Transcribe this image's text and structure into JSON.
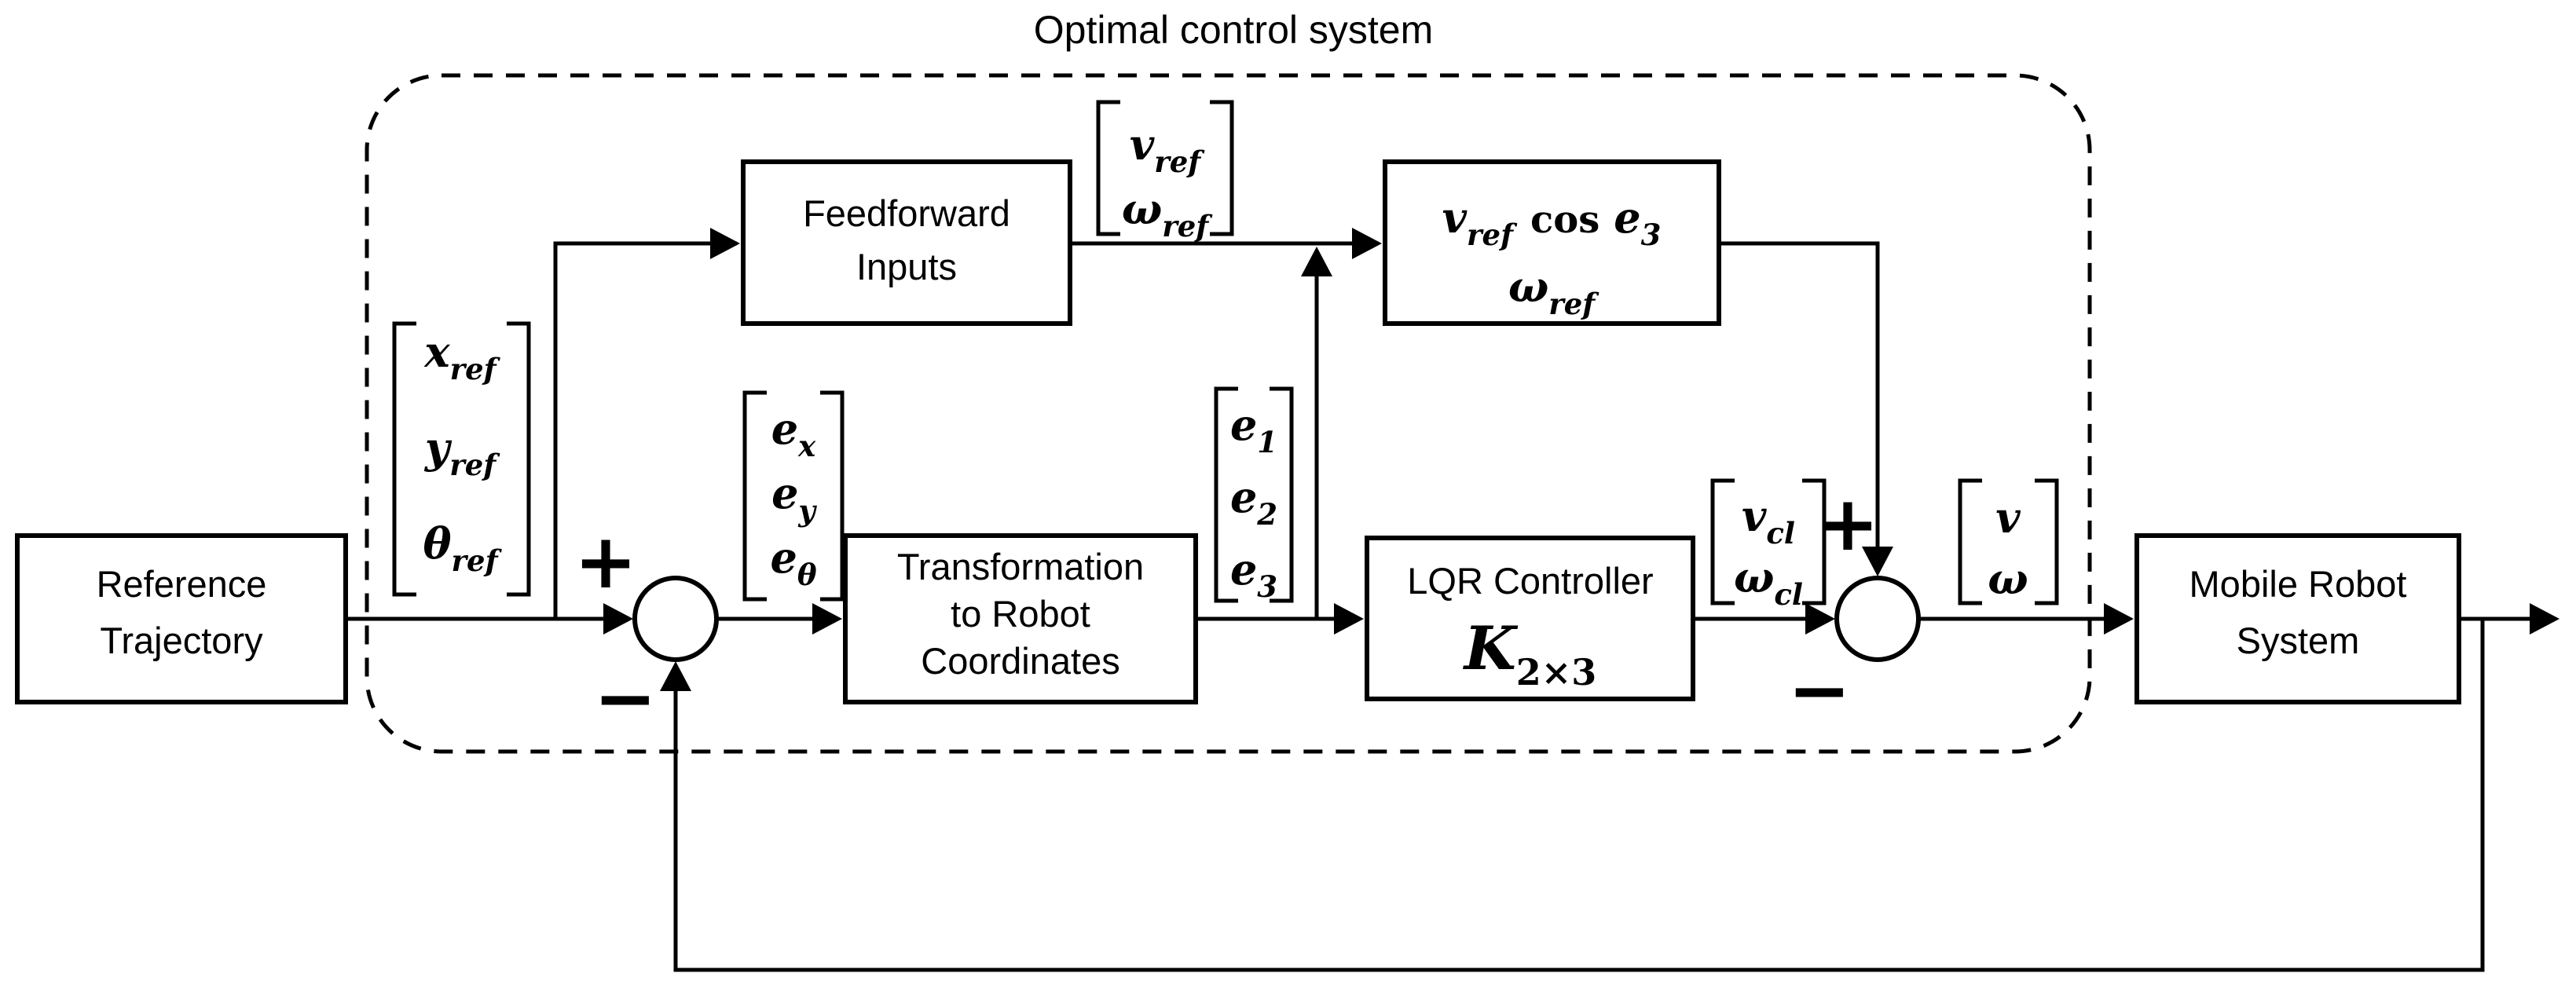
{
  "title": "Optimal control system",
  "colors": {
    "ink": "#000000",
    "background": "#ffffff"
  },
  "blocks": {
    "reference_trajectory": {
      "line1": "Reference",
      "line2": "Trajectory"
    },
    "feedforward_inputs": {
      "line1": "Feedforward",
      "line2": "Inputs"
    },
    "transformation": {
      "line1": "Transformation",
      "line2": "to Robot",
      "line3": "Coordinates"
    },
    "lqr_controller": {
      "line1": "LQR Controller",
      "gain_base": "K",
      "gain_sub": "2×3"
    },
    "feedforward_terms": {
      "v_base": "v",
      "v_sub": "ref",
      "operator": "cos",
      "e_base": "e",
      "e_sub": "3",
      "w_base": "ω",
      "w_sub": "ref"
    },
    "mobile_robot_system": {
      "line1": "Mobile Robot",
      "line2": "System"
    }
  },
  "vectors": {
    "reference_state": {
      "rows": [
        {
          "base": "x",
          "sub": "ref"
        },
        {
          "base": "y",
          "sub": "ref"
        },
        {
          "base": "θ",
          "sub": "ref"
        }
      ]
    },
    "feedforward_output": {
      "rows": [
        {
          "base": "v",
          "sub": "ref"
        },
        {
          "base": "ω",
          "sub": "ref"
        }
      ]
    },
    "error_world": {
      "rows": [
        {
          "base": "e",
          "sub": "x"
        },
        {
          "base": "e",
          "sub": "y"
        },
        {
          "base": "e",
          "sub": "θ"
        }
      ]
    },
    "error_robot": {
      "rows": [
        {
          "base": "e",
          "sub": "1"
        },
        {
          "base": "e",
          "sub": "2"
        },
        {
          "base": "e",
          "sub": "3"
        }
      ]
    },
    "control_feedback": {
      "rows": [
        {
          "base": "v",
          "sub": "cl"
        },
        {
          "base": "ω",
          "sub": "cl"
        }
      ]
    },
    "control_input": {
      "rows": [
        {
          "base": "v",
          "sub": ""
        },
        {
          "base": "ω",
          "sub": ""
        }
      ]
    }
  },
  "summing_junctions": {
    "error_sum": {
      "plus": "+",
      "minus": "−"
    },
    "control_sum": {
      "plus": "+",
      "minus": "−"
    }
  }
}
